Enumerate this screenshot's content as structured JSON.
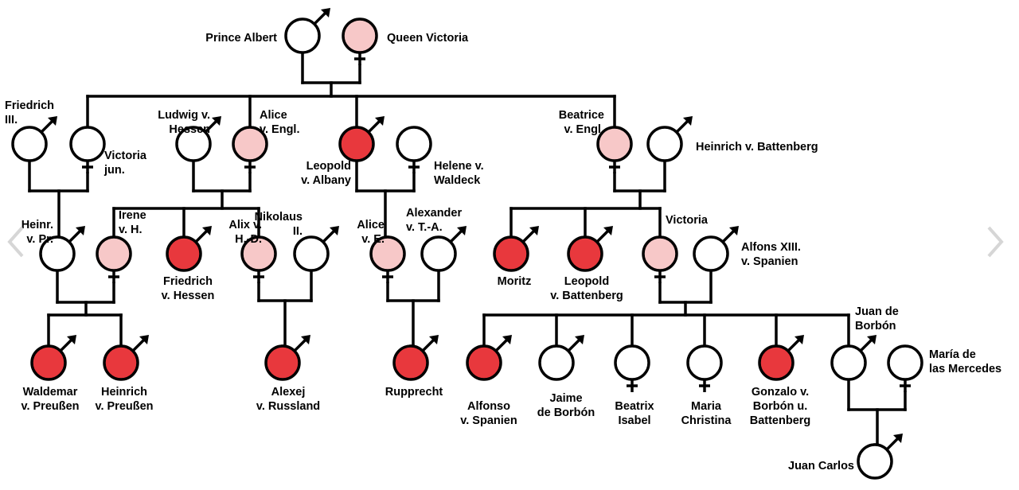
{
  "colors": {
    "line": "#000000",
    "background": "#ffffff",
    "affected_male": "#e8383d",
    "carrier_female": "#f7c8c8",
    "unaffected": "#ffffff"
  },
  "legend_fill_meaning": {
    "red": "affected",
    "pink": "carrier",
    "white": "unaffected"
  },
  "navigation": {
    "prev_icon": "chevron-left-icon",
    "next_icon": "chevron-right-icon"
  },
  "people": [
    {
      "id": "prince_albert",
      "sex": "male",
      "status": "unaffected",
      "lines": [
        "Prince Albert"
      ]
    },
    {
      "id": "queen_victoria",
      "sex": "female",
      "status": "carrier",
      "lines": [
        "Queen Victoria"
      ]
    },
    {
      "id": "friedrich_iii",
      "sex": "male",
      "status": "unaffected",
      "lines": [
        "Friedrich",
        "III."
      ]
    },
    {
      "id": "victoria_jun",
      "sex": "female",
      "status": "unaffected",
      "lines": [
        "Victoria",
        "jun."
      ]
    },
    {
      "id": "ludwig_hessen",
      "sex": "male",
      "status": "unaffected",
      "lines": [
        "Ludwig v.",
        "Hessen"
      ]
    },
    {
      "id": "alice_engl",
      "sex": "female",
      "status": "carrier",
      "lines": [
        "Alice",
        "v. Engl."
      ]
    },
    {
      "id": "leopold_albany",
      "sex": "male",
      "status": "affected",
      "lines": [
        "Leopold",
        "v. Albany"
      ]
    },
    {
      "id": "helene_waldeck",
      "sex": "female",
      "status": "unaffected",
      "lines": [
        "Helene v.",
        "Waldeck"
      ]
    },
    {
      "id": "beatrice_engl",
      "sex": "female",
      "status": "carrier",
      "lines": [
        "Beatrice",
        "v. Engl."
      ]
    },
    {
      "id": "heinrich_battenberg",
      "sex": "male",
      "status": "unaffected",
      "lines": [
        "Heinrich v. Battenberg"
      ]
    },
    {
      "id": "heinr_pr",
      "sex": "male",
      "status": "unaffected",
      "lines": [
        "Heinr.",
        "v. Pr."
      ]
    },
    {
      "id": "irene_h",
      "sex": "female",
      "status": "carrier",
      "lines": [
        "Irene",
        "v. H."
      ]
    },
    {
      "id": "friedrich_hessen",
      "sex": "male",
      "status": "affected",
      "lines": [
        "Friedrich",
        "v. Hessen"
      ]
    },
    {
      "id": "alix_hd",
      "sex": "female",
      "status": "carrier",
      "lines": [
        "Alix v.",
        "H.-D."
      ]
    },
    {
      "id": "nikolaus_ii",
      "sex": "male",
      "status": "unaffected",
      "lines": [
        "Nikolaus",
        "II."
      ]
    },
    {
      "id": "alice_e",
      "sex": "female",
      "status": "carrier",
      "lines": [
        "Alice",
        "v. E."
      ]
    },
    {
      "id": "alexander_ta",
      "sex": "male",
      "status": "unaffected",
      "lines": [
        "Alexander",
        "v. T.-A."
      ]
    },
    {
      "id": "moritz",
      "sex": "male",
      "status": "affected",
      "lines": [
        "Moritz"
      ]
    },
    {
      "id": "leopold_battenberg",
      "sex": "male",
      "status": "affected",
      "lines": [
        "Leopold",
        "v. Battenberg"
      ]
    },
    {
      "id": "victoria_eugenie",
      "sex": "female",
      "status": "carrier",
      "lines": [
        "Victoria"
      ]
    },
    {
      "id": "alfons_xiii",
      "sex": "male",
      "status": "unaffected",
      "lines": [
        "Alfons XIII.",
        "v. Spanien"
      ]
    },
    {
      "id": "waldemar",
      "sex": "male",
      "status": "affected",
      "lines": [
        "Waldemar",
        "v. Preußen"
      ]
    },
    {
      "id": "heinrich_preussen",
      "sex": "male",
      "status": "affected",
      "lines": [
        "Heinrich",
        "v. Preußen"
      ]
    },
    {
      "id": "alexej",
      "sex": "male",
      "status": "affected",
      "lines": [
        "Alexej",
        "v. Russland"
      ]
    },
    {
      "id": "rupprecht",
      "sex": "male",
      "status": "affected",
      "lines": [
        "Rupprecht"
      ]
    },
    {
      "id": "alfonso_spanien",
      "sex": "male",
      "status": "affected",
      "lines": [
        "Alfonso",
        "v. Spanien"
      ]
    },
    {
      "id": "jaime",
      "sex": "male",
      "status": "unaffected",
      "lines": [
        "Jaime",
        "de Borbón"
      ]
    },
    {
      "id": "beatrix_isabel",
      "sex": "female",
      "status": "unaffected",
      "lines": [
        "Beatrix",
        "Isabel"
      ]
    },
    {
      "id": "maria_christina",
      "sex": "female",
      "status": "unaffected",
      "lines": [
        "Maria",
        "Christina"
      ]
    },
    {
      "id": "gonzalo",
      "sex": "male",
      "status": "affected",
      "lines": [
        "Gonzalo v.",
        "Borbón u.",
        "Battenberg"
      ]
    },
    {
      "id": "juan_borbon",
      "sex": "male",
      "status": "unaffected",
      "lines": [
        "Juan de",
        "Borbón"
      ]
    },
    {
      "id": "maria_mercedes",
      "sex": "female",
      "status": "unaffected",
      "lines": [
        "María de",
        "las Mercedes"
      ]
    },
    {
      "id": "juan_carlos",
      "sex": "male",
      "status": "unaffected",
      "lines": [
        "Juan Carlos"
      ]
    }
  ],
  "couples": [
    {
      "partners": [
        "prince_albert",
        "queen_victoria"
      ],
      "children": [
        "victoria_jun",
        "alice_engl",
        "leopold_albany",
        "beatrice_engl"
      ]
    },
    {
      "partners": [
        "friedrich_iii",
        "victoria_jun"
      ],
      "children": [
        "heinr_pr"
      ]
    },
    {
      "partners": [
        "ludwig_hessen",
        "alice_engl"
      ],
      "children": [
        "irene_h",
        "friedrich_hessen",
        "alix_hd"
      ]
    },
    {
      "partners": [
        "leopold_albany",
        "helene_waldeck"
      ],
      "children": [
        "alice_e"
      ]
    },
    {
      "partners": [
        "beatrice_engl",
        "heinrich_battenberg"
      ],
      "children": [
        "moritz",
        "leopold_battenberg",
        "victoria_eugenie"
      ]
    },
    {
      "partners": [
        "heinr_pr",
        "irene_h"
      ],
      "children": [
        "waldemar",
        "heinrich_preussen"
      ]
    },
    {
      "partners": [
        "alix_hd",
        "nikolaus_ii"
      ],
      "children": [
        "alexej"
      ]
    },
    {
      "partners": [
        "alice_e",
        "alexander_ta"
      ],
      "children": [
        "rupprecht"
      ]
    },
    {
      "partners": [
        "victoria_eugenie",
        "alfons_xiii"
      ],
      "children": [
        "alfonso_spanien",
        "jaime",
        "beatrix_isabel",
        "maria_christina",
        "gonzalo",
        "juan_borbon"
      ]
    },
    {
      "partners": [
        "juan_borbon",
        "maria_mercedes"
      ],
      "children": [
        "juan_carlos"
      ]
    }
  ]
}
